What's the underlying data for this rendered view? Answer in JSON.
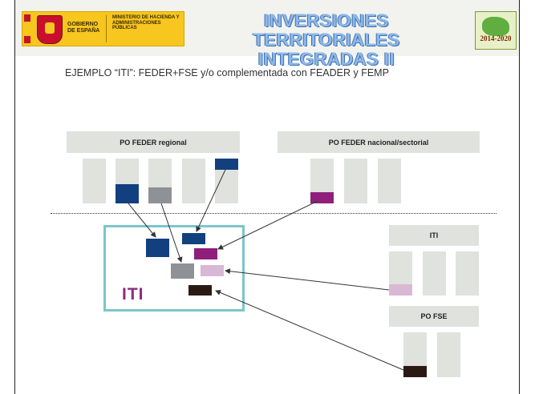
{
  "header": {
    "gov_label": "GOBIERNO DE ESPAÑA",
    "ministry_label": "MINISTERIO DE HACIENDA Y ADMINISTRACIONES PÚBLICAS",
    "title_line1": "INVERSIONES TERRITORIALES",
    "title_line2": "INTEGRADAS II",
    "period": "2014-2020"
  },
  "subtitle": "EJEMPLO “ITI”:  FEDER+FSE y/o  complementada con FEADER y FEMP",
  "diagram": {
    "po_feder_regional": "PO FEDER regional",
    "po_feder_nacional": "PO FEDER nacional/sectorial",
    "iti_right": "ITI",
    "po_fse": "PO FSE",
    "iti_box_label": "ITI"
  },
  "colors": {
    "dark_blue": "#12407f",
    "grey": "#8e9296",
    "purple": "#8f1f7a",
    "light_pink": "#d9b8d6",
    "dark_brown": "#2b1a14",
    "column_bg": "#e0e2de",
    "iti_border": "#7bc6c9"
  }
}
